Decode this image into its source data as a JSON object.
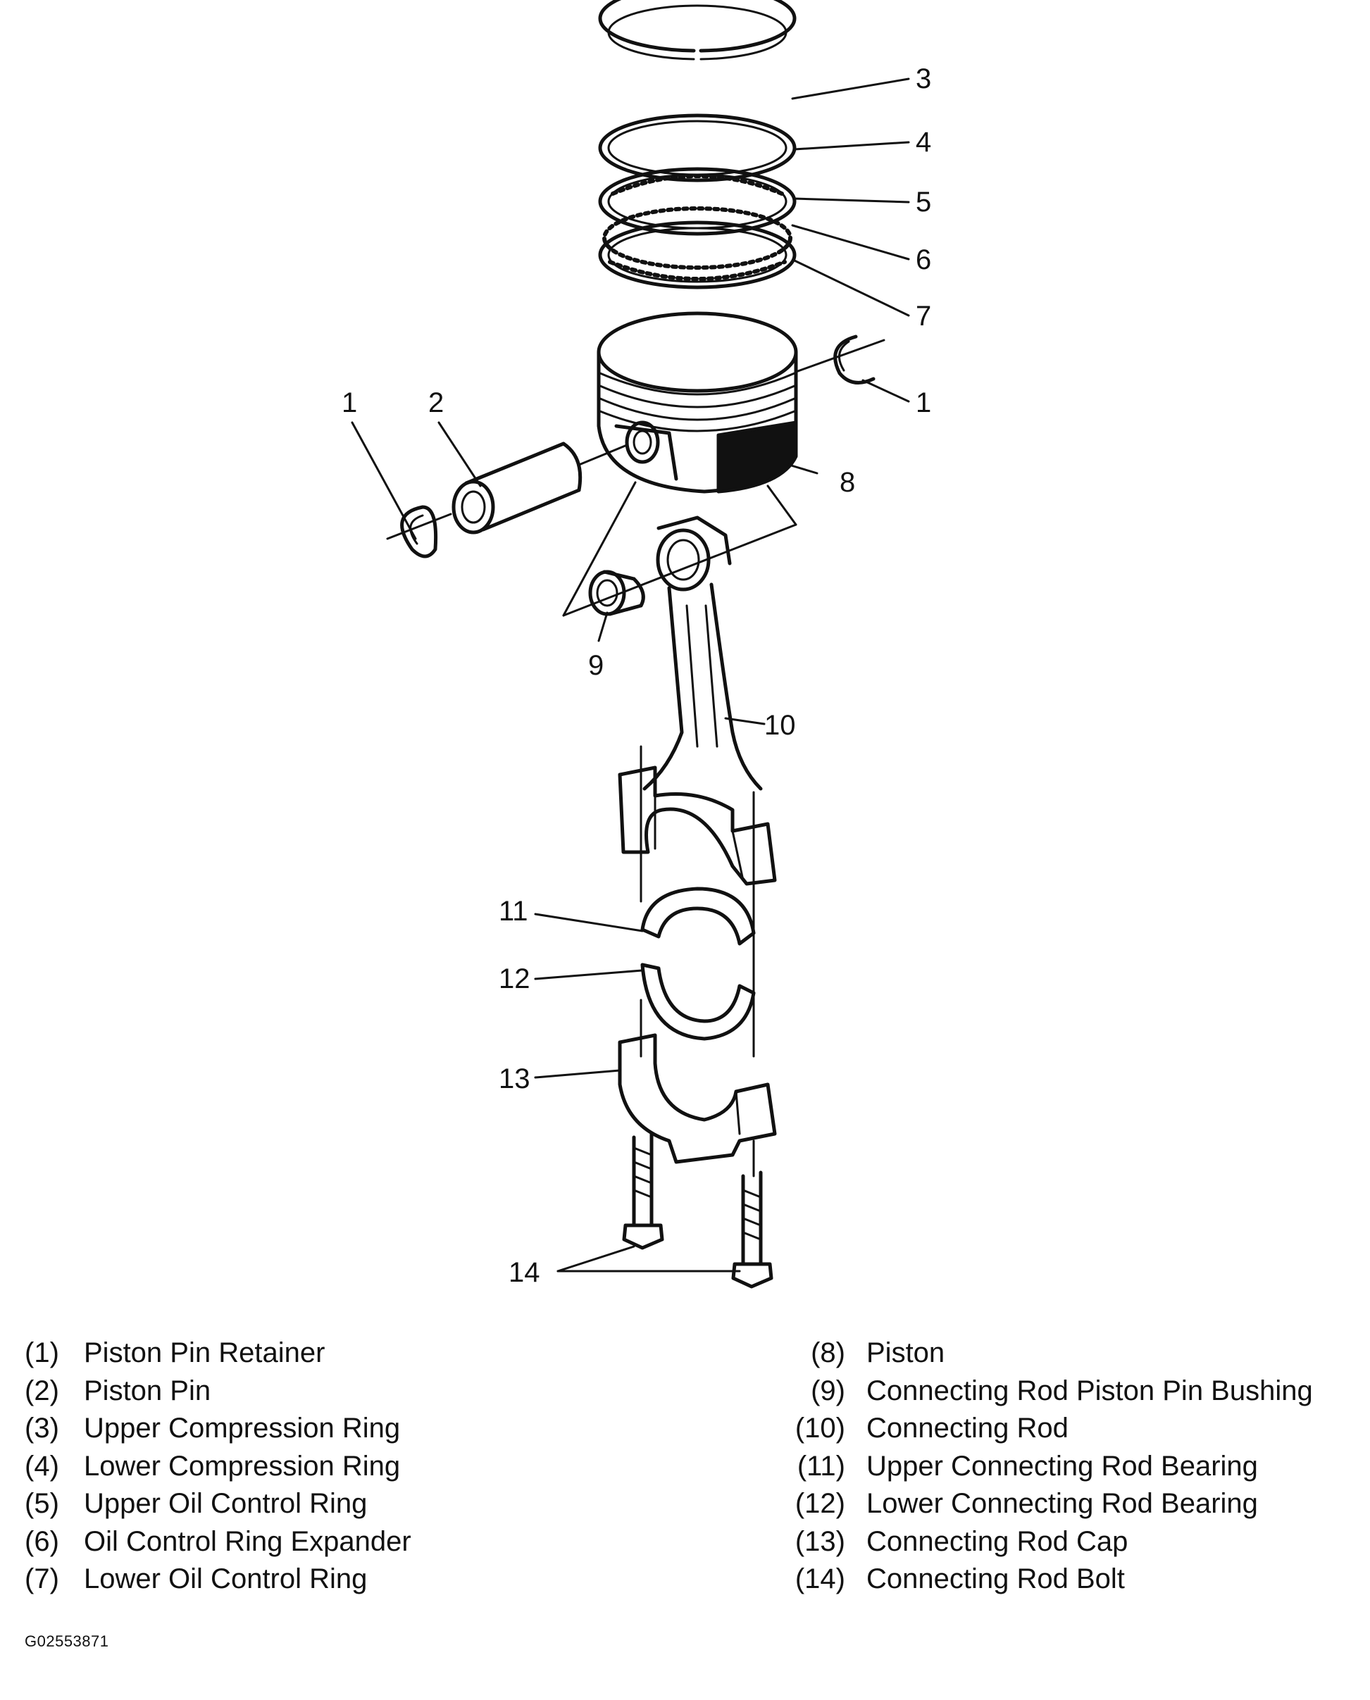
{
  "callouts": {
    "c1_left": "1",
    "c2": "2",
    "c3": "3",
    "c4": "4",
    "c5": "5",
    "c6": "6",
    "c7": "7",
    "c1_right": "1",
    "c8": "8",
    "c9": "9",
    "c10": "10",
    "c11": "11",
    "c12": "12",
    "c13": "13",
    "c14": "14"
  },
  "legend": {
    "left": [
      {
        "num": "(1)",
        "label": "Piston Pin Retainer"
      },
      {
        "num": "(2)",
        "label": "Piston Pin"
      },
      {
        "num": "(3)",
        "label": "Upper Compression Ring"
      },
      {
        "num": "(4)",
        "label": "Lower Compression Ring"
      },
      {
        "num": "(5)",
        "label": "Upper Oil Control Ring"
      },
      {
        "num": "(6)",
        "label": "Oil Control Ring Expander"
      },
      {
        "num": "(7)",
        "label": "Lower Oil Control Ring"
      }
    ],
    "right": [
      {
        "num": "(8)",
        "label": "Piston"
      },
      {
        "num": "(9)",
        "label": "Connecting Rod Piston Pin Bushing"
      },
      {
        "num": "(10)",
        "label": "Connecting Rod"
      },
      {
        "num": "(11)",
        "label": "Upper Connecting Rod Bearing"
      },
      {
        "num": "(12)",
        "label": "Lower Connecting Rod Bearing"
      },
      {
        "num": "(13)",
        "label": "Connecting Rod Cap"
      },
      {
        "num": "(14)",
        "label": "Connecting Rod Bolt"
      }
    ]
  },
  "figure_code": "G02553871"
}
